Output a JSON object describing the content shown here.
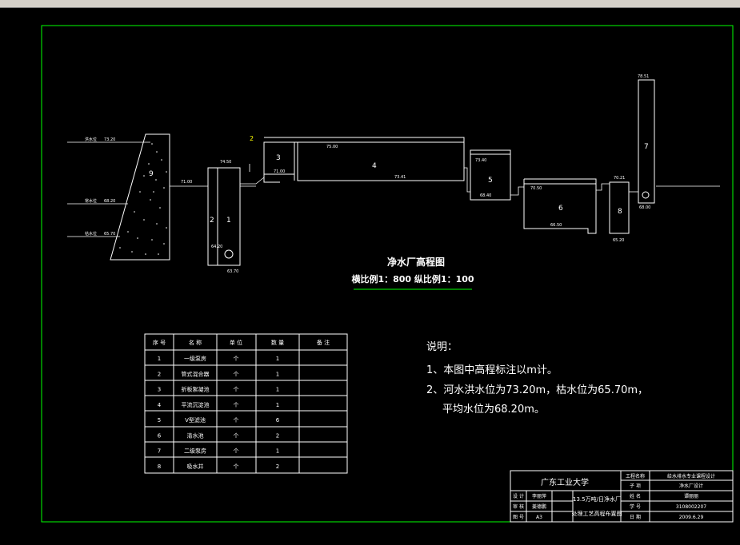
{
  "topbar": {
    "tabs": [
      "",
      "",
      "",
      "",
      ""
    ]
  },
  "diagram": {
    "title": "净水厂高程图",
    "scale": "横比例1：800  纵比例1：100",
    "units": {
      "u1": "1",
      "u2": "2",
      "u3": "3",
      "u4": "4",
      "u5": "5",
      "u6": "6",
      "u7": "7",
      "u8": "8",
      "u9": "9"
    },
    "elevations": {
      "e_flood": "73.20",
      "e_avg": "68.20",
      "e_low": "65.70",
      "e_land": "71.00",
      "e_pump_top": "74.50",
      "e_pump_bot": "64.20",
      "e_pump_base": "63.70",
      "e_mixer": "2",
      "e_floc_in": "75.00",
      "e_floc_mid": "71.00",
      "e_floc_out": "73.41",
      "e_filter_top": "73.40",
      "e_filter_bot": "68.40",
      "e_clear_top": "70.50",
      "e_clear_bot": "66.50",
      "e_well_top": "70.21",
      "e_well_bot": "65.20",
      "e_tower_top": "78.51",
      "e_tower_bot": "68.00"
    },
    "water_labels": {
      "flood": "洪水位",
      "avg": "常水位",
      "low": "枯水位"
    }
  },
  "table": {
    "headers": [
      "序 号",
      "名 称",
      "单 位",
      "数 量",
      "备 注"
    ],
    "rows": [
      [
        "1",
        "一级泵房",
        "个",
        "1",
        ""
      ],
      [
        "2",
        "管式混合器",
        "个",
        "1",
        ""
      ],
      [
        "3",
        "折板絮凝池",
        "个",
        "1",
        ""
      ],
      [
        "4",
        "平流沉淀池",
        "个",
        "1",
        ""
      ],
      [
        "5",
        "V型滤池",
        "个",
        "6",
        ""
      ],
      [
        "6",
        "清水池",
        "个",
        "2",
        ""
      ],
      [
        "7",
        "二级泵房",
        "个",
        "1",
        ""
      ],
      [
        "8",
        "吸水井",
        "个",
        "2",
        ""
      ]
    ]
  },
  "notes": {
    "heading": "说明：",
    "line1": "1、本图中高程标注以m计。",
    "line2": "2、河水洪水位为73.20m，枯水位为65.70m，",
    "line3": "平均水位为68.20m。"
  },
  "titleblock": {
    "school": "广东工业大学",
    "project_label": "工程名称",
    "project_value": "给水排水专业课程设计",
    "sub_label": "子 项",
    "sub_value": "净水厂设计",
    "design_label": "设 计",
    "design_value": "李丽萍",
    "check_label": "审 核",
    "check_value": "姜德鹏",
    "drawing_label": "图 号",
    "drawing_value": "A3",
    "desc1": "13.5万吨/日净水厂",
    "desc2": "处理工艺高程布置图",
    "name_label": "姓 名",
    "name_value": "谭丽丽",
    "id_label": "学 号",
    "id_value": "3108002207",
    "date_label": "日 期",
    "date_value": "2009.6.29"
  },
  "colors": {
    "frame": "#00ff00",
    "lines": "#ffffff",
    "accent": "#00ffff",
    "underline": "#00ff00",
    "label_yellow": "#ffff00"
  }
}
